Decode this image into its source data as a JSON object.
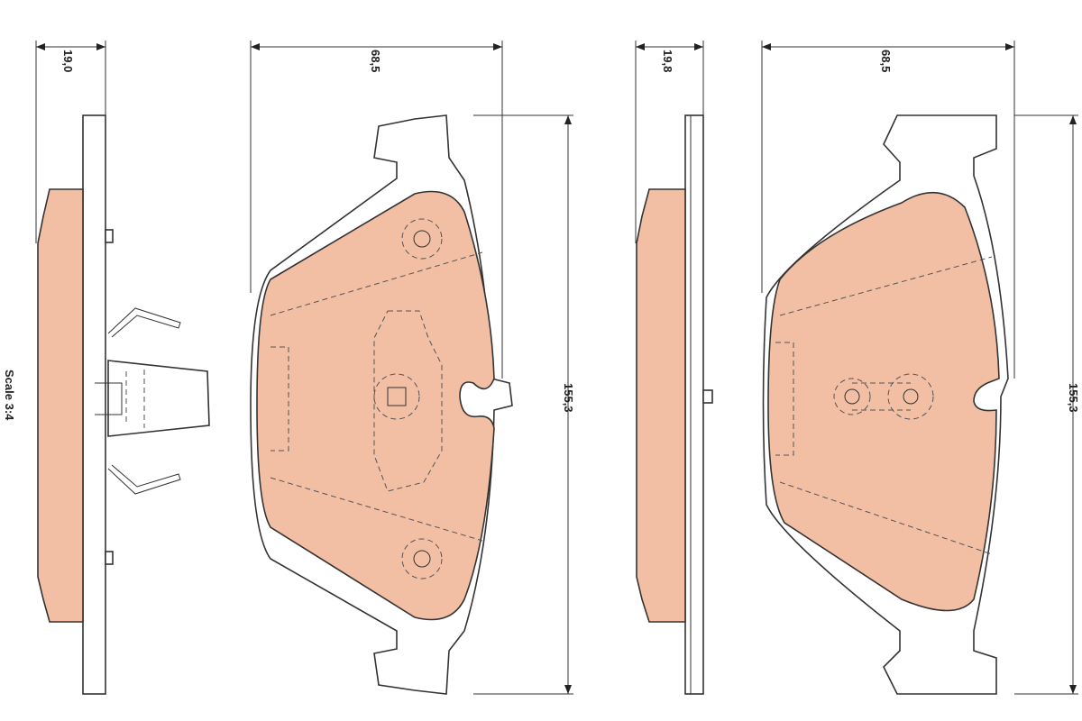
{
  "drawing": {
    "scale_label": "Scale 3:4",
    "friction_color": "#f2bfa4",
    "pad1": {
      "thickness": "19,0",
      "width": "68,5",
      "height": "155,3"
    },
    "pad2": {
      "thickness": "19,8",
      "width": "68,5",
      "height": "155,3"
    }
  }
}
